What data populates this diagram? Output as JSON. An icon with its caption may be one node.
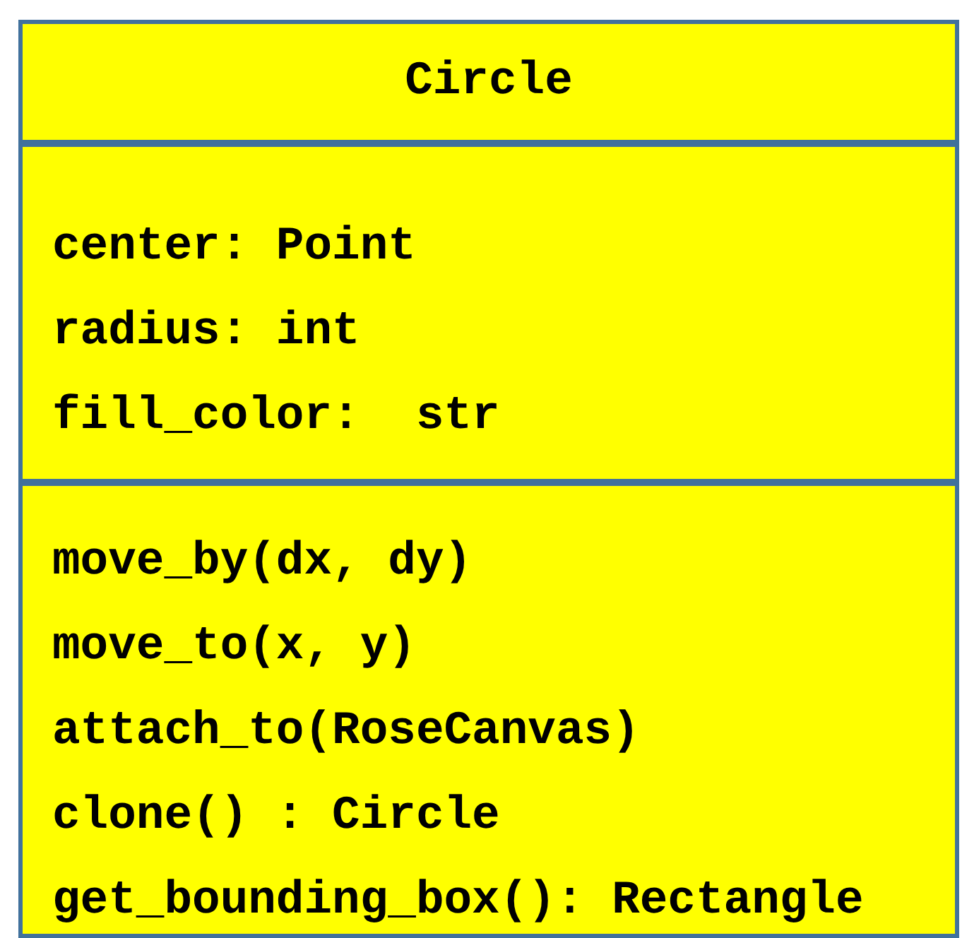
{
  "diagram": {
    "nodes": [
      {
        "text": [
          "Circle"
        ]
      },
      {
        "text": [
          "center: Point",
          "radius: int",
          "fill_color:  str"
        ]
      },
      {
        "text": [
          "move_by(dx, dy)",
          "move_to(x, y)",
          "attach_to(RoseCanvas)",
          "clone() : Circle",
          "get_bounding_box(): Rectangle"
        ]
      }
    ]
  }
}
